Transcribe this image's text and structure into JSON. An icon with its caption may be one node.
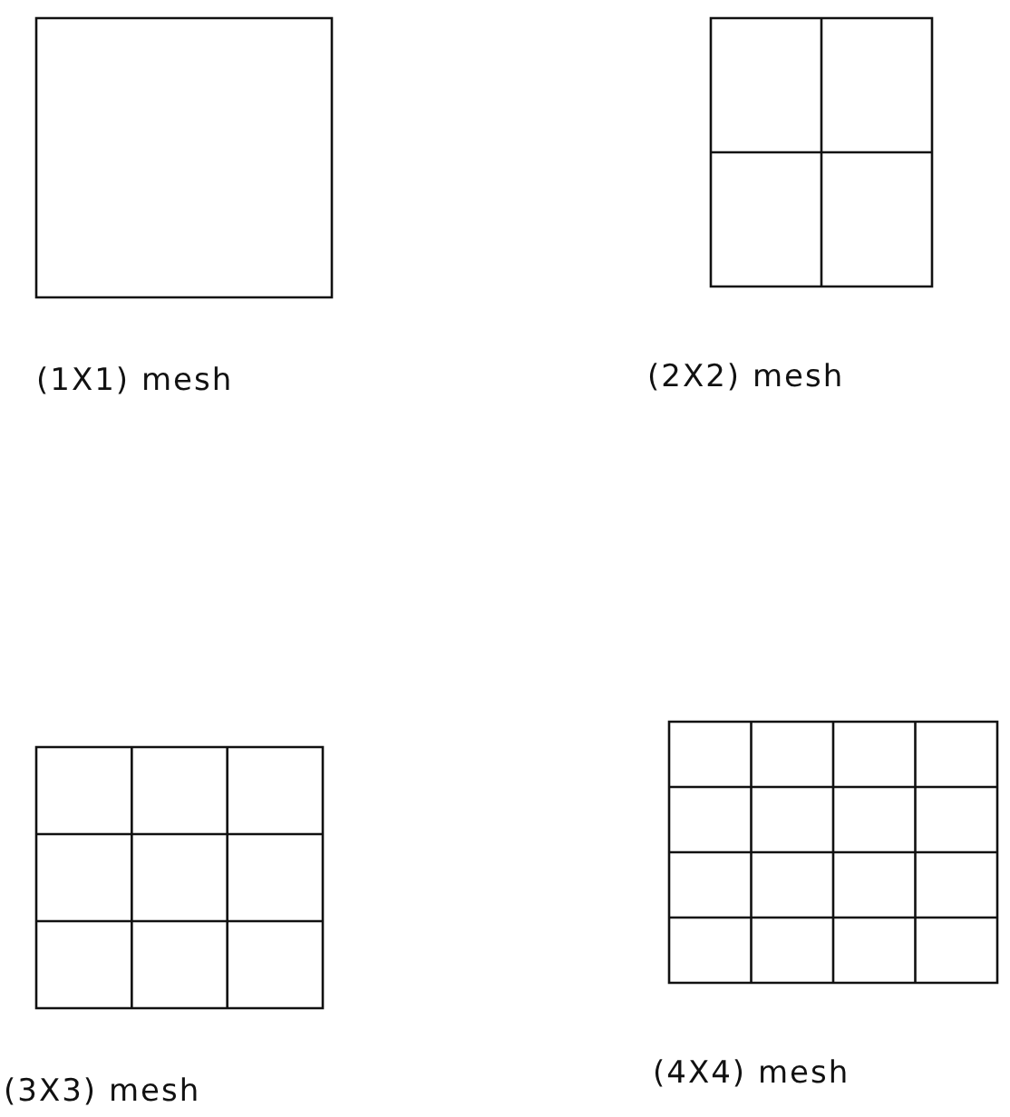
{
  "diagram": {
    "labels": [
      "(1X1) mesh",
      "(2X2) mesh",
      "(3X3) mesh",
      "(4X4) mesh"
    ]
  }
}
